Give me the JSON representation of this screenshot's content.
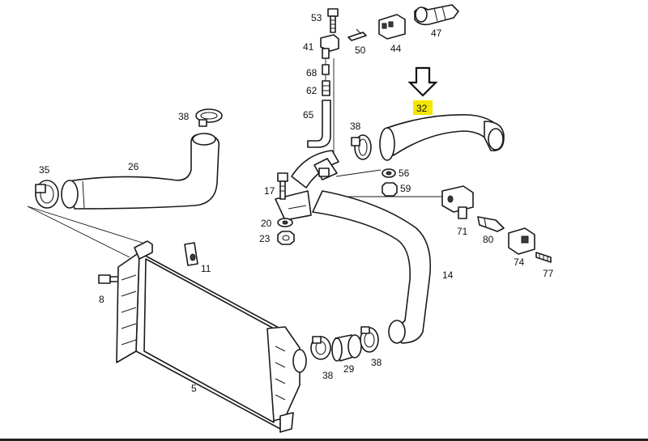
{
  "diagram": {
    "highlight_color": "#f5e600",
    "highlighted_part": "32",
    "callouts": [
      "53",
      "44",
      "47",
      "41",
      "50",
      "68",
      "62",
      "65",
      "32",
      "38",
      "35",
      "26",
      "38",
      "56",
      "17",
      "59",
      "20",
      "23",
      "71",
      "80",
      "74",
      "77",
      "11",
      "14",
      "8",
      "38",
      "29",
      "38",
      "5"
    ]
  }
}
